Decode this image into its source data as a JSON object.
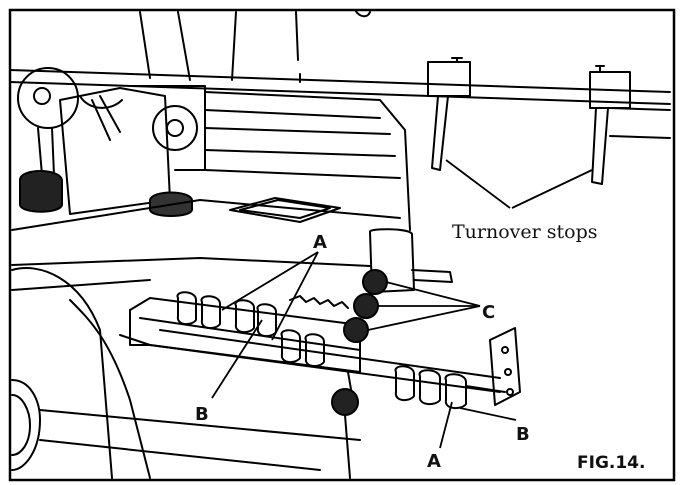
{
  "labels": {
    "turnover_stops": "Turnover stops",
    "a_upper": "A",
    "a_lower": "A",
    "b_left": "B",
    "b_right": "B",
    "c": "C",
    "figure": "FIG.14."
  }
}
